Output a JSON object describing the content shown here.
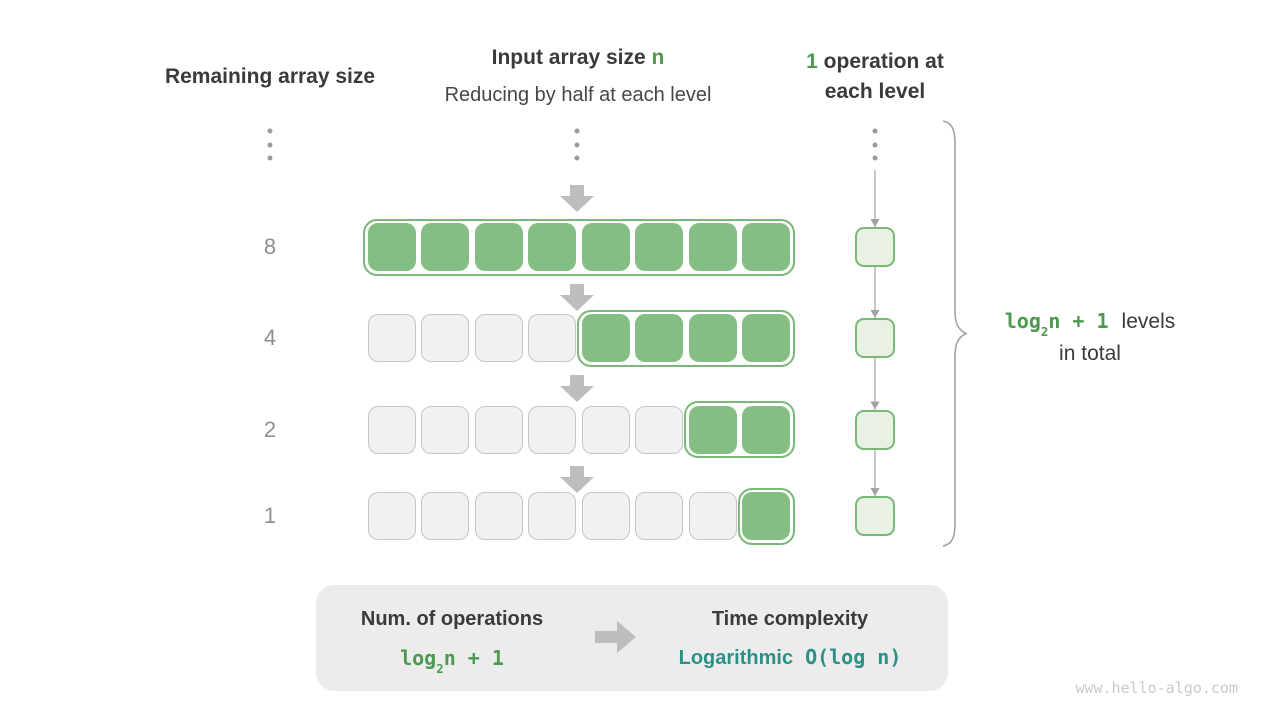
{
  "colors": {
    "green_text": "#4b9a4e",
    "green_fill": "#85be83",
    "green_border": "#79b877",
    "light_green_fill": "#e9f1e4",
    "gray_cell_fill": "#f1f1f1",
    "gray_cell_border": "#c6c6c6",
    "teal_text": "#2b9187",
    "dark_text": "#3a3a3a",
    "subtitle_text": "#464646",
    "muted_text": "#8e8e8e",
    "arrow_gray": "#bdbdbd",
    "line_gray": "#a3a3a3",
    "dots_gray": "#9a9a9a",
    "summary_bg": "#ececec",
    "watermark_gray": "#cacaca"
  },
  "headers": {
    "left": "Remaining array size",
    "middle_title": "Input array size ",
    "middle_title_accent": "n",
    "middle_subtitle": "Reducing by half at each level",
    "right_accent": "1",
    "right_line1_rest": " operation at",
    "right_line2": "each level"
  },
  "rows": [
    {
      "label": "8",
      "total_cells": 8,
      "active_cells": 8
    },
    {
      "label": "4",
      "total_cells": 8,
      "active_cells": 4
    },
    {
      "label": "2",
      "total_cells": 8,
      "active_cells": 2
    },
    {
      "label": "1",
      "total_cells": 8,
      "active_cells": 1
    }
  ],
  "brace_label": {
    "formula_log": "log",
    "formula_sub": "2",
    "formula_rest": "n + 1",
    "suffix": "levels",
    "line2": "in total"
  },
  "summary": {
    "left_title": "Num. of operations",
    "left_formula_log": "log",
    "left_formula_sub": "2",
    "left_formula_rest": "n + 1",
    "right_title": "Time complexity",
    "right_value_word": "Logarithmic",
    "right_value_bigo": "O(log n)"
  },
  "watermark": "www.hello-algo.com"
}
